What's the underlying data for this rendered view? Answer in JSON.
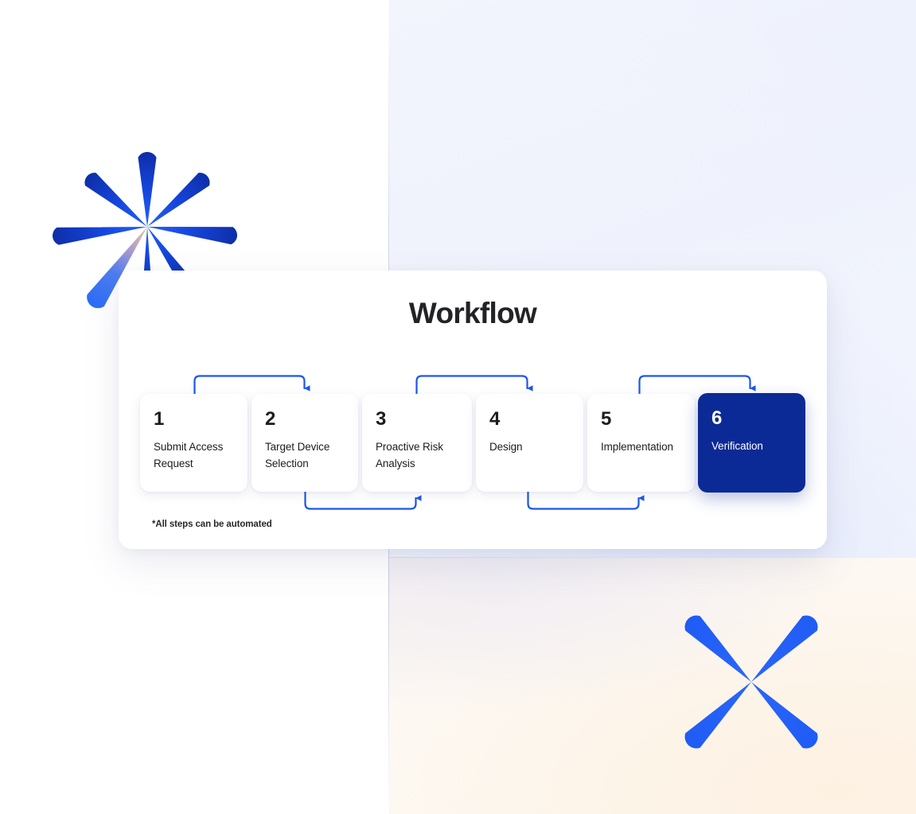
{
  "panel": {
    "title": "Workflow",
    "footnote": "*All steps can be automated"
  },
  "steps": [
    {
      "number": "1",
      "label": "Submit Access Request",
      "active": false
    },
    {
      "number": "2",
      "label": "Target Device Selection",
      "active": false
    },
    {
      "number": "3",
      "label": "Proactive Risk Analysis",
      "active": false
    },
    {
      "number": "4",
      "label": "Design",
      "active": false
    },
    {
      "number": "5",
      "label": "Implementation",
      "active": false
    },
    {
      "number": "6",
      "label": "Verification",
      "active": true
    }
  ],
  "connectors": [
    {
      "from": "1",
      "to": "2",
      "position": "top"
    },
    {
      "from": "2",
      "to": "3",
      "position": "bottom"
    },
    {
      "from": "3",
      "to": "4",
      "position": "top"
    },
    {
      "from": "4",
      "to": "5",
      "position": "bottom"
    },
    {
      "from": "5",
      "to": "6",
      "position": "top"
    }
  ],
  "decorations": [
    {
      "name": "starburst-graphic",
      "rays": 8
    },
    {
      "name": "x-graphic",
      "rays": 4
    }
  ],
  "colors": {
    "accent_blue": "#1a56f0",
    "active_navy": "#0c2a95",
    "text_dark": "#1d1d1f",
    "panel_bg": "#ffffff",
    "quadrant_top_right": "#eff2fc",
    "quadrant_bottom_right": "#fdf7ee",
    "burst_orange": "#f0b684"
  }
}
